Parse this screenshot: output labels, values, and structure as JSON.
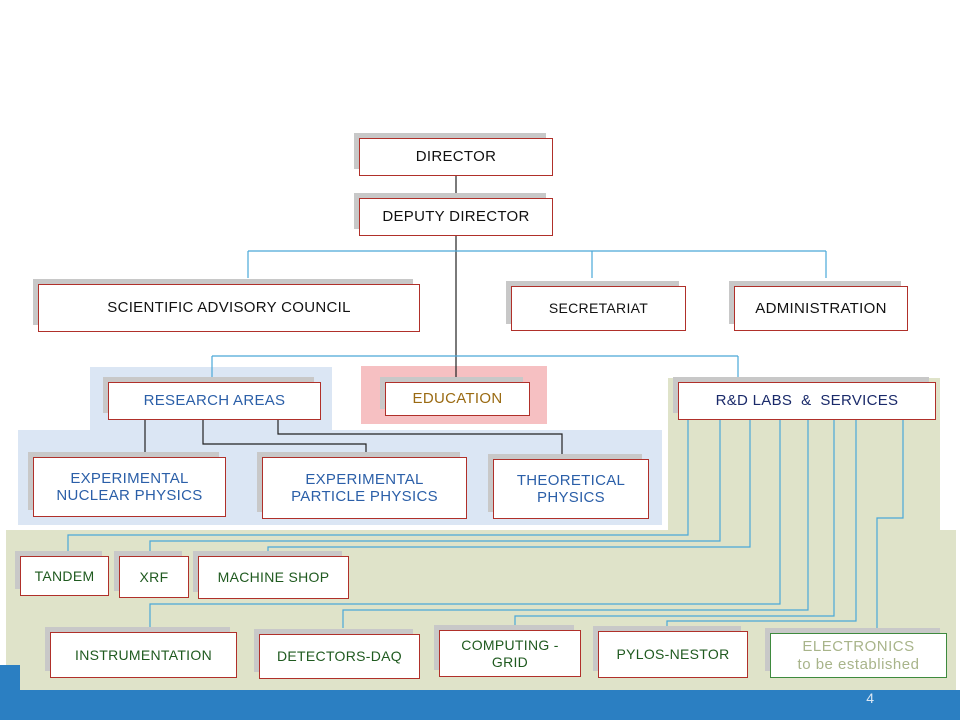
{
  "colors": {
    "line_blue": "#4aa8d8",
    "line_dark": "#222222",
    "panel_blue": "#dbe6f4",
    "panel_green": "#dfe3c9",
    "panel_pink": "#f6c0c2",
    "footer_blue": "#2b7fc2",
    "box_border_red": "#b0302a",
    "box_border_green": "#3e8a3e"
  },
  "org": {
    "director": "DIRECTOR",
    "deputy_director": "DEPUTY DIRECTOR",
    "scientific_advisory_council": "SCIENTIFIC ADVISORY COUNCIL",
    "secretariat": "SECRETARIAT",
    "administration": "ADMINISTRATION",
    "research_areas": "RESEARCH AREAS",
    "education": "EDUCATION",
    "rd_labs": "R&D LABS  &  SERVICES",
    "experimental_nuclear": [
      "EXPERIMENTAL",
      "NUCLEAR PHYSICS"
    ],
    "experimental_particle": [
      "EXPERIMENTAL",
      "PARTICLE PHYSICS"
    ],
    "theoretical": [
      "THEORETICAL",
      "PHYSICS"
    ],
    "tandem": "TANDEM",
    "xrf": "XRF",
    "machine_shop": "MACHINE SHOP",
    "instrumentation": "INSTRUMENTATION",
    "detectors_daq": "DETECTORS-DAQ",
    "computing_grid": [
      "COMPUTING -",
      "GRID"
    ],
    "pylos_nestor": "PYLOS-NESTOR",
    "electronics": [
      "ELECTRONICS",
      "to be established"
    ]
  },
  "footer": {
    "page_number": "4"
  }
}
